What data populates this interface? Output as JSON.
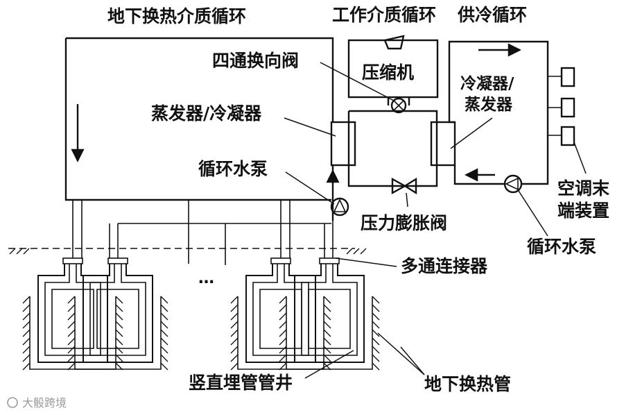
{
  "labels": {
    "ground_loop": "地下换热介质循环",
    "working_loop": "工作介质循环",
    "cooling_loop": "供冷循环",
    "reversing_valve": "四通换向阀",
    "compressor": "压缩机",
    "condenser_evaporator": "冷凝器/",
    "condenser_evaporator_2": "蒸发器",
    "evaporator_condenser": "蒸发器/冷凝器",
    "circulating_pump_left": "循环水泵",
    "expansion_valve": "压力膨胀阀",
    "ac_terminal_1": "空调末",
    "ac_terminal_2": "端装置",
    "circulating_pump_right": "循环水泵",
    "manifold": "多通连接器",
    "ellipsis": "…",
    "vertical_well": "竖直埋管管井",
    "ground_pipe": "地下换热管"
  },
  "watermark": "大骰跨境",
  "colors": {
    "line": "#111111",
    "background": "#ffffff",
    "watermark": "#9a9a9a"
  }
}
